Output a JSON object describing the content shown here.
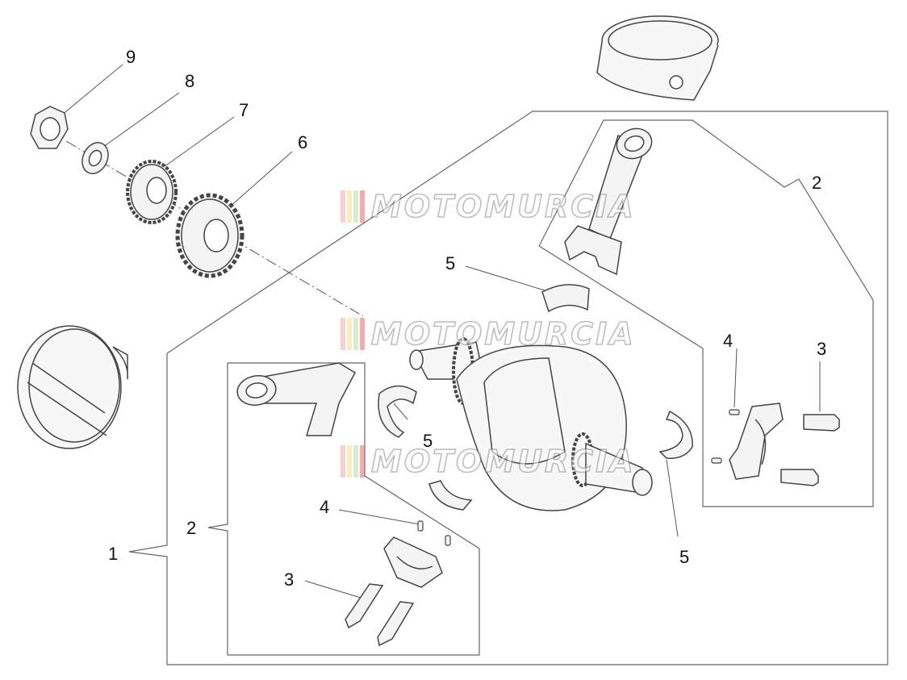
{
  "diagram": {
    "callouts": {
      "c1": "1",
      "c2_upper": "2",
      "c2_lower": "2",
      "c3_right": "3",
      "c3_left": "3",
      "c4_right": "4",
      "c4_left": "4",
      "c5_top": "5",
      "c5_mid": "5",
      "c5_right": "5",
      "c6": "6",
      "c7": "7",
      "c8": "8",
      "c9": "9"
    },
    "watermark": {
      "text": "MOTOMURCIA",
      "stripe_colors": [
        "#f2a9a9",
        "#f5e08a",
        "#b9e0a5",
        "#e86a6a"
      ]
    },
    "colors": {
      "line": "#555555",
      "part_stroke": "#444444",
      "part_fill": "#f4f4f4",
      "text": "#111111"
    }
  }
}
